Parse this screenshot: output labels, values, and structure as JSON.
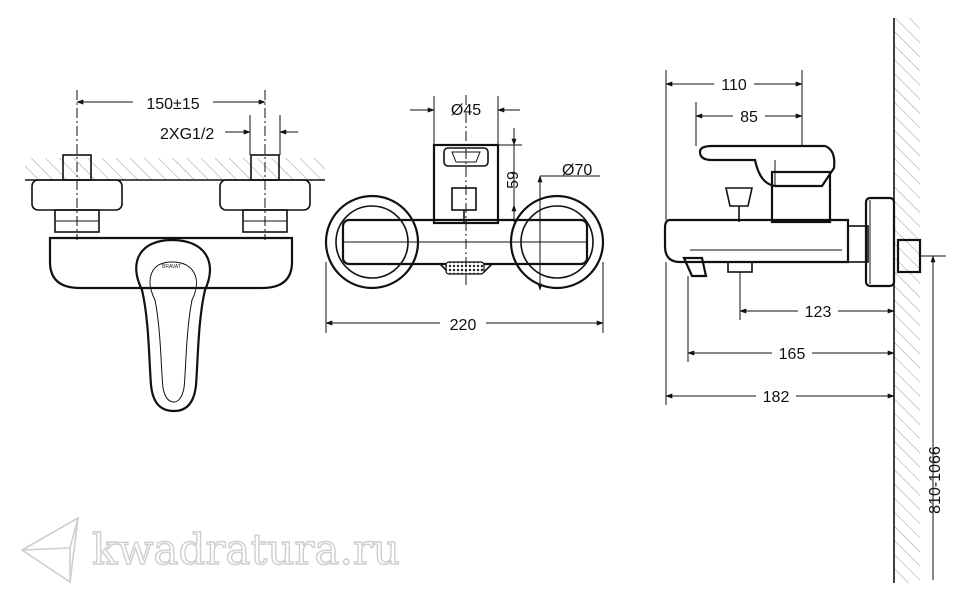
{
  "brand_mark": "BRAVAT",
  "watermark": {
    "text": "kwadratura.ru"
  },
  "dimensions": {
    "front": {
      "spacing": "150±15",
      "thread": "2XG1/2"
    },
    "top": {
      "diameter_45": "Ø45",
      "diameter_70": "Ø70",
      "height_59": "59",
      "width_220": "220"
    },
    "side": {
      "d110": "110",
      "d85": "85",
      "d123": "123",
      "d165": "165",
      "d182": "182",
      "mount_height": "810-1066"
    }
  }
}
